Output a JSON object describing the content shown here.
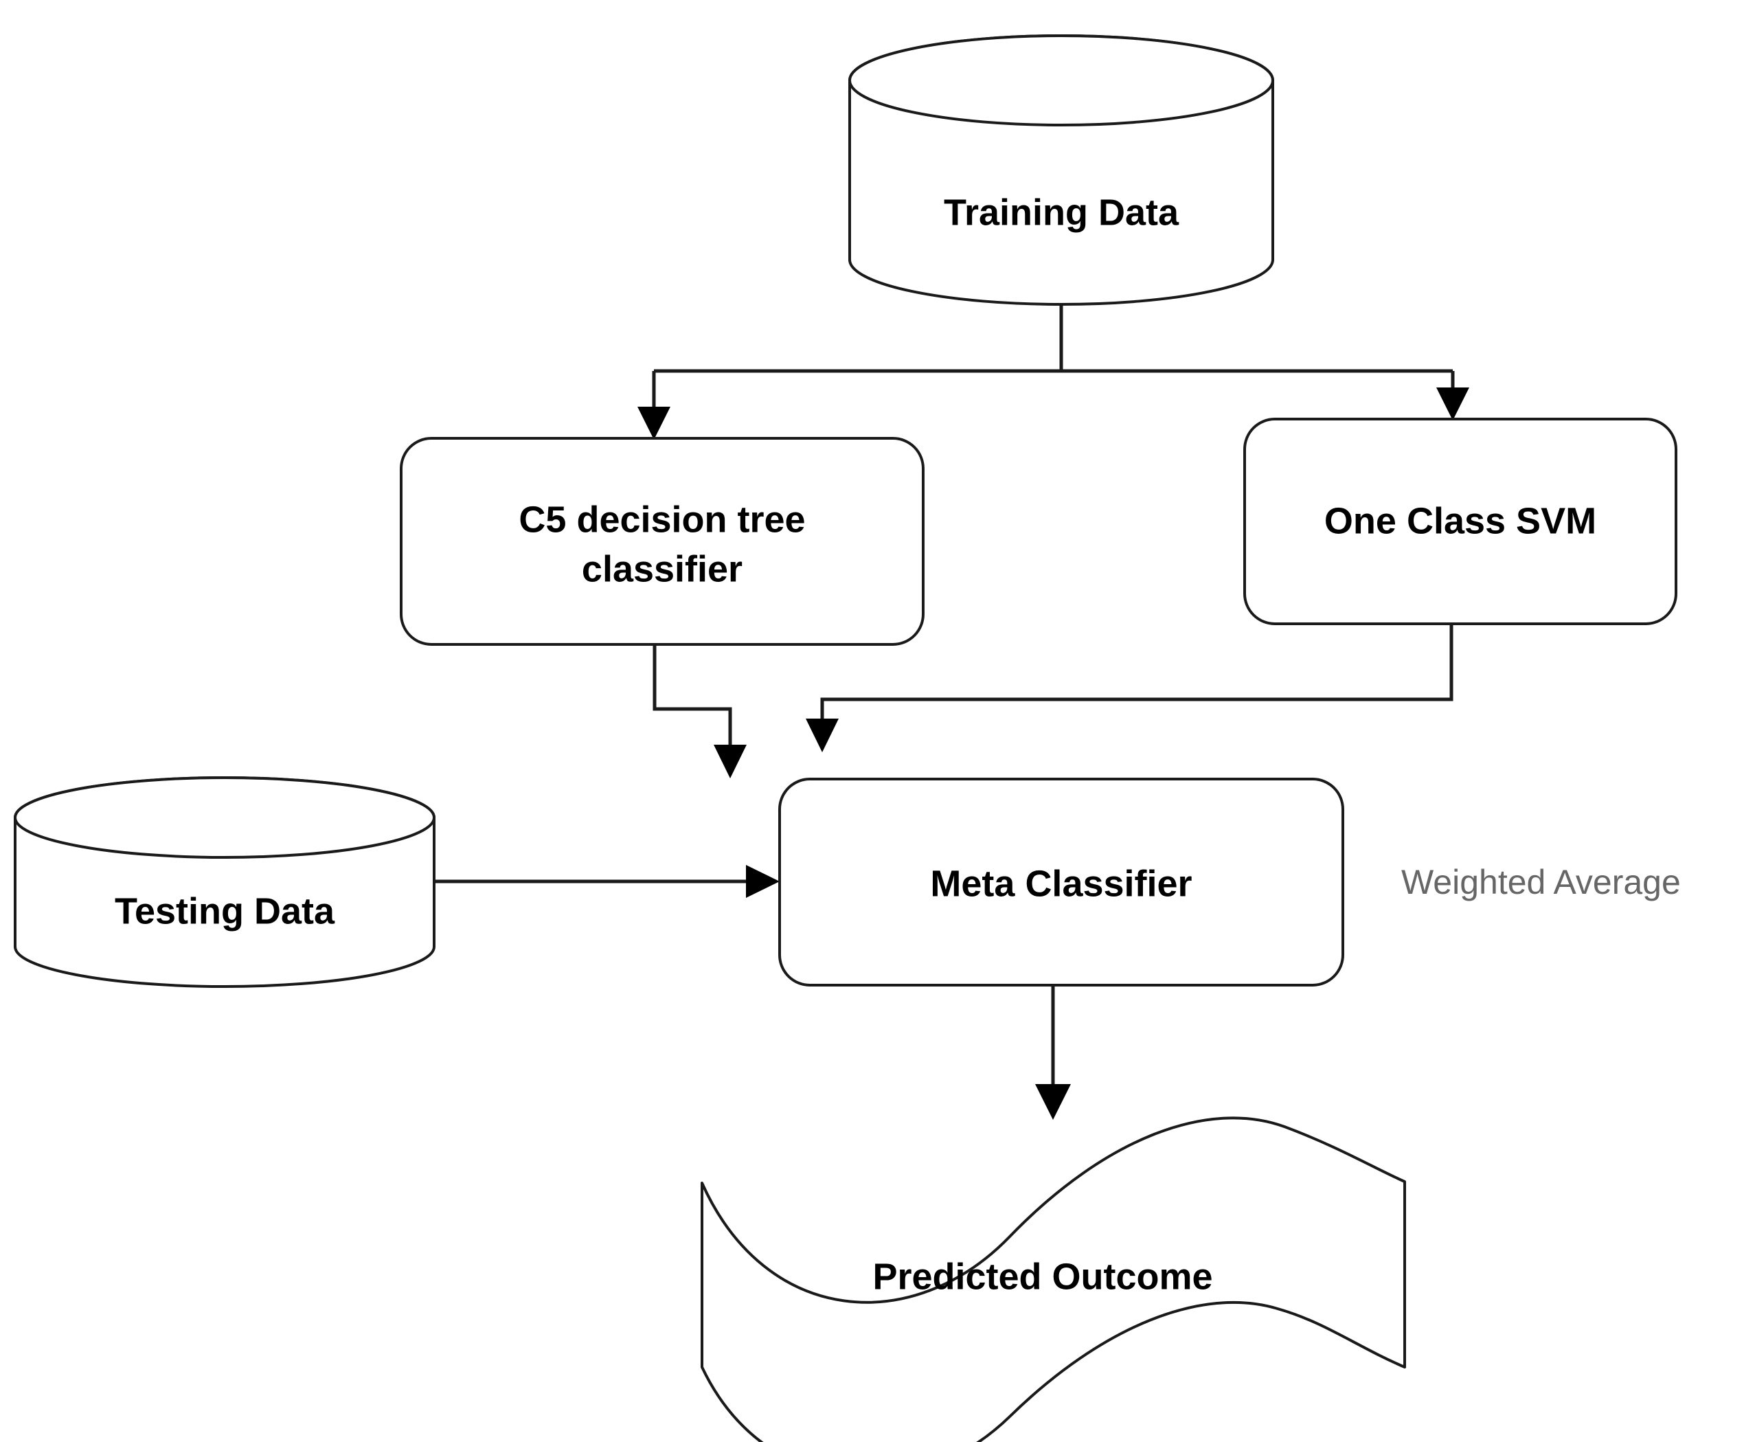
{
  "diagram": {
    "title": "Ensemble Classifier Flow Diagram",
    "background_color": "#ffffff",
    "stroke_color": "#1a1a1a",
    "label_color": "#000000",
    "annotation_color": "#666666",
    "nodes": {
      "training_data": {
        "label": "Training Data",
        "shape": "cylinder"
      },
      "c5_classifier": {
        "label_line1": "C5 decision tree",
        "label_line2": "classifier",
        "shape": "rounded-rectangle"
      },
      "one_class_svm": {
        "label": "One Class SVM",
        "shape": "rounded-rectangle"
      },
      "testing_data": {
        "label": "Testing Data",
        "shape": "cylinder"
      },
      "meta_classifier": {
        "label": "Meta Classifier",
        "shape": "rounded-rectangle"
      },
      "predicted_outcome": {
        "label": "Predicted Outcome",
        "shape": "wave-document"
      }
    },
    "annotations": {
      "weighted_average": "Weighted Average"
    },
    "edges": [
      {
        "from": "training_data",
        "to": "c5_classifier",
        "label": ""
      },
      {
        "from": "training_data",
        "to": "one_class_svm",
        "label": ""
      },
      {
        "from": "c5_classifier",
        "to": "meta_classifier",
        "label": ""
      },
      {
        "from": "one_class_svm",
        "to": "meta_classifier",
        "label": ""
      },
      {
        "from": "testing_data",
        "to": "meta_classifier",
        "label": ""
      },
      {
        "from": "meta_classifier",
        "to": "predicted_outcome",
        "label": ""
      }
    ]
  }
}
